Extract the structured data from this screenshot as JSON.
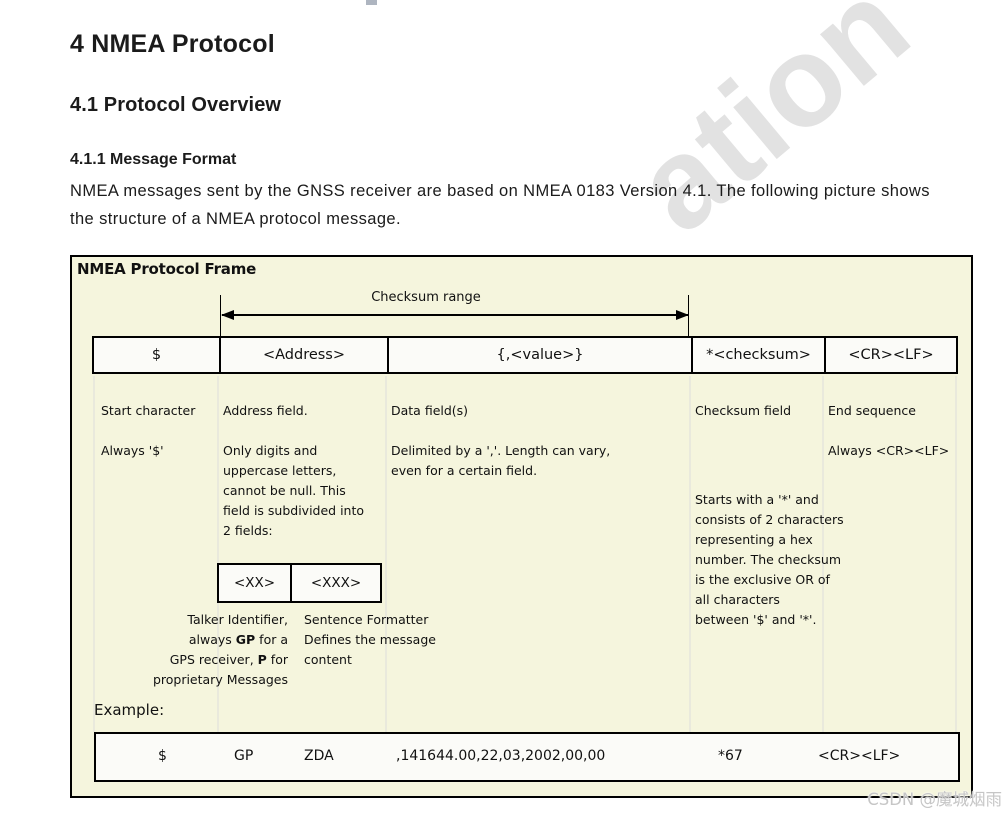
{
  "page": {
    "heading1": "4 NMEA Protocol",
    "heading2": "4.1 Protocol Overview",
    "heading3": "4.1.1 Message Format",
    "body_line1": "NMEA messages sent by the GNSS receiver are based on NMEA 0183 Version 4.1. The following picture shows",
    "body_line2": "the structure of a NMEA protocol message."
  },
  "watermarks": {
    "diagonal_text": "ation",
    "csdn": "CSDN @魔城烟雨"
  },
  "frame": {
    "title": "NMEA Protocol Frame",
    "checksum_range_label": "Checksum range",
    "cells": [
      "$",
      "<Address>",
      "{,<value>}",
      "*<checksum>",
      "<CR><LF>"
    ],
    "descriptions": {
      "start": "Start character\n\nAlways '$'",
      "address": "Address field.\n\nOnly digits and\nuppercase letters,\ncannot be null. This\nfield is subdivided into\n2 fields:",
      "data": "Data field(s)\n\nDelimited by a ','. Length can vary,\neven for a certain field.",
      "checksum_title": "Checksum field",
      "checksum_body": "Starts with a '*' and\nconsists of 2 characters\nrepresenting a hex\nnumber. The checksum\nis the exclusive OR of\nall characters\nbetween '$' and '*'.",
      "end": "End sequence\n\nAlways <CR><LF>"
    },
    "subfields": {
      "xx": "<XX>",
      "xxx": "<XXX>",
      "talker": {
        "l1": "Talker Identifier,",
        "l2a": "always ",
        "l2b": "GP",
        "l2c": " for a",
        "l3a": "GPS receiver, ",
        "l3b": "P",
        "l3c": "  for",
        "l4": "proprietary Messages"
      },
      "sentence": "Sentence Formatter\nDefines the message\ncontent"
    },
    "example": {
      "label": "Example:",
      "items": [
        "$",
        "GP",
        "ZDA",
        ",141644.00,22,03,2002,00,00",
        "*67",
        "<CR><LF>"
      ]
    }
  },
  "colors": {
    "diagram_bg": "#f5f5dd",
    "cell_bg": "#fbfbf8",
    "divider": "#e9e9dc",
    "watermark_gray": "#e2e2e2"
  }
}
